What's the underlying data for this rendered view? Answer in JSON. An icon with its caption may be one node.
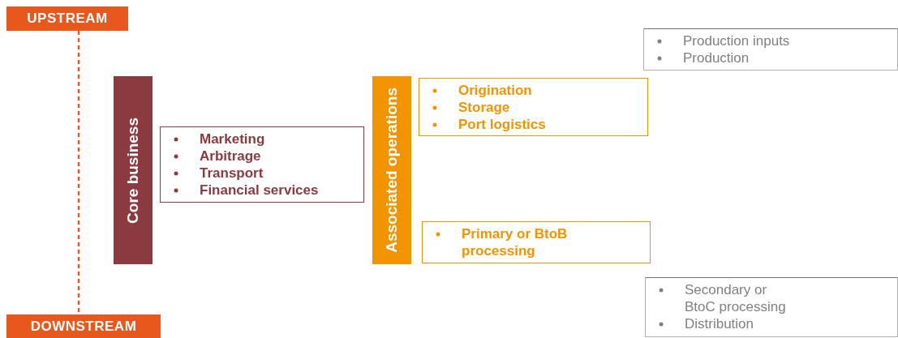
{
  "diagram": {
    "nodes": [
      {
        "text": [
          "UPSTREAM"
        ]
      },
      {
        "text": [
          "DOWNSTREAM"
        ]
      },
      {
        "text": [
          "Core business"
        ]
      },
      {
        "text": [
          "Marketing",
          "Arbitrage",
          "Transport",
          "Financial services"
        ]
      },
      {
        "text": [
          "Associated operations"
        ]
      },
      {
        "text": [
          "Origination",
          "Storage",
          "Port logistics"
        ]
      },
      {
        "text": [
          "Primary or BtoB processing"
        ]
      },
      {
        "text": [
          "Production inputs",
          "Production"
        ]
      },
      {
        "text": [
          "Secondary or BtoC processing",
          "Distribution"
        ]
      }
    ],
    "edges": [
      {
        "from": 0,
        "to": 1,
        "arrow": "none",
        "style": "dashed"
      }
    ]
  }
}
